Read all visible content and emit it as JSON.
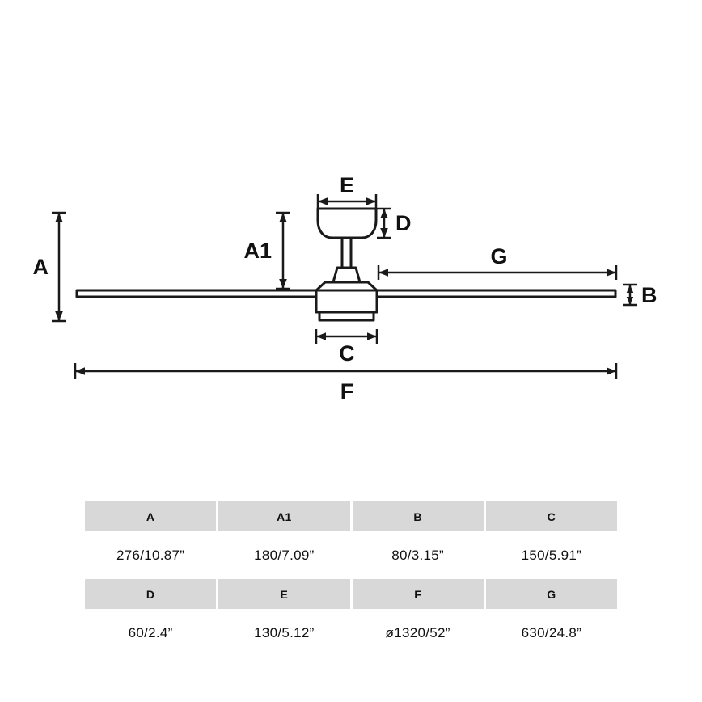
{
  "diagram": {
    "dim_labels": {
      "A": "A",
      "A1": "A1",
      "B": "B",
      "C": "C",
      "D": "D",
      "E": "E",
      "F": "F",
      "G": "G"
    }
  },
  "table": {
    "header_row_1": [
      "A",
      "A1",
      "B",
      "C"
    ],
    "value_row_1": [
      "276/10.87”",
      "180/7.09”",
      "80/3.15”",
      "150/5.91”"
    ],
    "header_row_2": [
      "D",
      "E",
      "F",
      "G"
    ],
    "value_row_2": [
      "60/2.4”",
      "130/5.12”",
      "ø1320/52”",
      "630/24.8”"
    ]
  },
  "colors": {
    "line": "#1a1a1a",
    "table_header_bg": "#d8d8d8",
    "background": "#ffffff"
  }
}
